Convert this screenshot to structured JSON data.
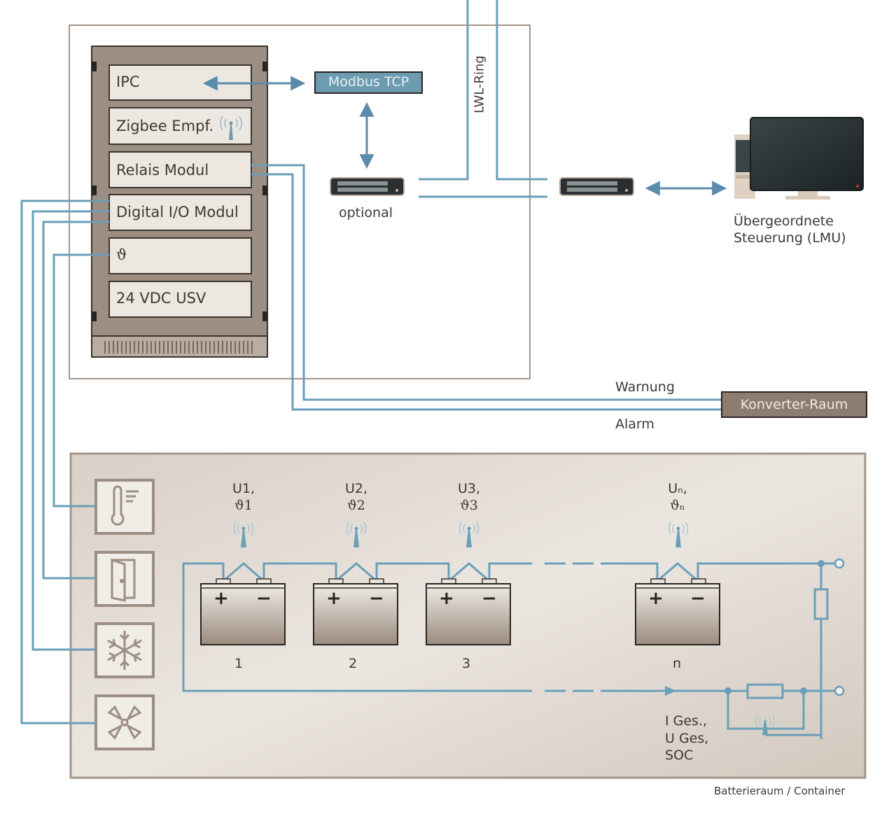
{
  "colors": {
    "wire": "#6a9fb8",
    "arrow": "#5b8bab",
    "frame": "#a3958a",
    "cabinet": "#9c8e82",
    "module_bg": "#ece8e1",
    "module_border": "#3a332e",
    "modbus_bg": "#6d9cb1",
    "modbus_text": "#e8f1f5",
    "converter_bg": "#8d7d70",
    "converter_text": "#f0ebe5",
    "battery_room_bg": "#ddd5cd",
    "sensor_icon": "#9c8e82"
  },
  "control_cabinet": {
    "modules": [
      {
        "id": "ipc",
        "label": "IPC"
      },
      {
        "id": "zigbee",
        "label": "Zigbee Empf.",
        "icon": "wireless-antenna-icon"
      },
      {
        "id": "relais",
        "label": "Relais Modul"
      },
      {
        "id": "digital-io",
        "label": "Digital I/O Modul"
      },
      {
        "id": "temperature",
        "label": "ϑ"
      },
      {
        "id": "usv",
        "label": "24 VDC USV"
      }
    ]
  },
  "network": {
    "modbus_label": "Modbus TCP",
    "switch_optional_label": "optional",
    "ring_label": "LWL-Ring",
    "host_label_line1": "Übergeordnete",
    "host_label_line2": "Steuerung (LMU)"
  },
  "signals": {
    "warning_label": "Warnung",
    "alarm_label": "Alarm",
    "converter_label": "Konverter-Raum"
  },
  "battery_room": {
    "caption": "Batterieraum / Container",
    "sensors": [
      {
        "name": "thermometer-icon"
      },
      {
        "name": "door-icon"
      },
      {
        "name": "snowflake-icon"
      },
      {
        "name": "fan-icon"
      }
    ],
    "batteries": [
      {
        "index": "1",
        "meas_line1": "U1,",
        "meas_line2": "ϑ1"
      },
      {
        "index": "2",
        "meas_line1": "U2,",
        "meas_line2": "ϑ2"
      },
      {
        "index": "3",
        "meas_line1": "U3,",
        "meas_line2": "ϑ3"
      },
      {
        "index": "n",
        "meas_line1": "Uₙ,",
        "meas_line2": "ϑₙ"
      }
    ],
    "plus_symbol": "+",
    "minus_symbol": "−",
    "total_label_line1": "I Ges.,",
    "total_label_line2": "U Ges,",
    "total_label_line3": "SOC"
  }
}
